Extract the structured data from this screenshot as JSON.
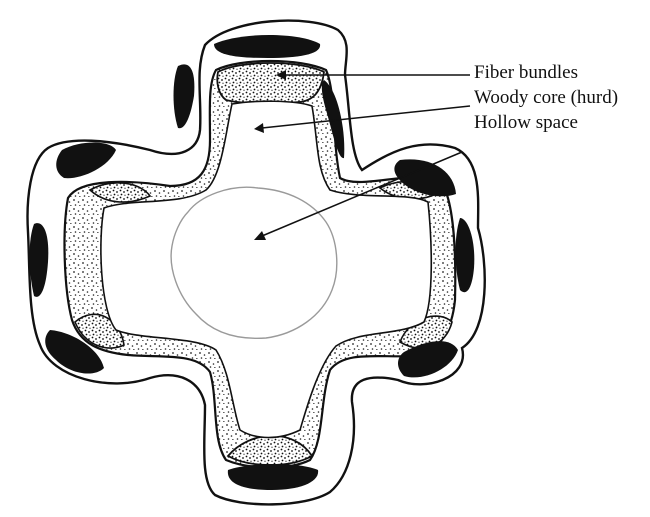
{
  "diagram": {
    "labels": {
      "fiber_bundles": "Fiber bundles",
      "woody_core": "Woody core (hurd)",
      "hollow_space": "Hollow space"
    },
    "colors": {
      "ink": "#111111",
      "paper": "#ffffff",
      "hollow_outline": "#9a9a9a"
    }
  }
}
